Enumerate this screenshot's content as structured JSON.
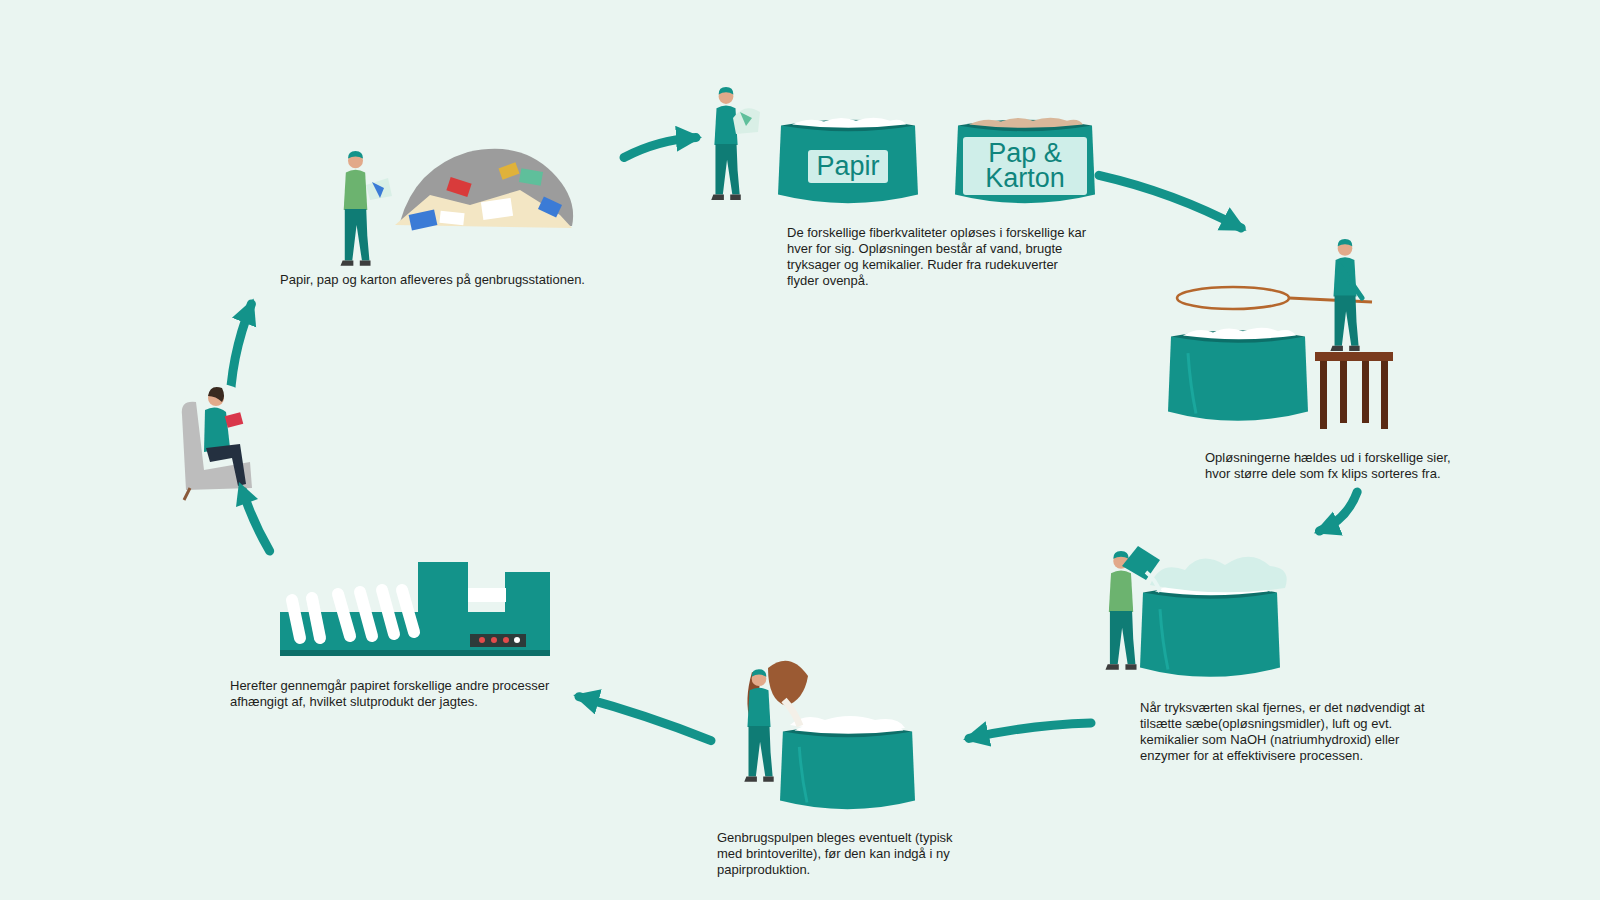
{
  "diagram": {
    "nodes": [
      {
        "text": [
          "Papir, pap og karton afleveres på genbrugsstationen."
        ]
      },
      {
        "text": [
          "De forskellige fiberkvaliteter opløses i forskellige kar hver for sig. Opløsningen består af vand, brugte tryksager og kemikalier. Ruder fra rudekuverter flyder ovenpå."
        ]
      },
      {
        "text": [
          "Papir"
        ],
        "in": 1
      },
      {
        "text": [
          "Pap & Karton"
        ],
        "in": 1
      },
      {
        "text": [
          "Opløsningerne hældes ud i forskellige sier, hvor større dele som fx klips sorteres fra."
        ]
      },
      {
        "text": [
          "Når tryksværten skal fjernes, er det nødvendigt at tilsætte sæbe(opløsningsmidler), luft og evt. kemikalier som NaOH (natriumhydroxid) eller enzymer for at effektivisere processen."
        ]
      },
      {
        "text": [
          "Genbrugspulpen bleges eventuelt (typisk med brintoverilte), før den kan indgå i ny papirproduktion."
        ]
      },
      {
        "text": [
          "Herefter gennemgår papiret forskellige andre processer afhængigt af, hvilket slutprodukt der jagtes."
        ]
      }
    ],
    "edges": [
      {
        "from": 0,
        "to": 1,
        "arrow": "to"
      },
      {
        "from": 1,
        "to": 4,
        "arrow": "to"
      },
      {
        "from": 4,
        "to": 5,
        "arrow": "to"
      },
      {
        "from": 5,
        "to": 6,
        "arrow": "to"
      },
      {
        "from": 6,
        "to": 7,
        "arrow": "to"
      },
      {
        "from": 7,
        "to": 0,
        "arrow": "to"
      }
    ]
  }
}
